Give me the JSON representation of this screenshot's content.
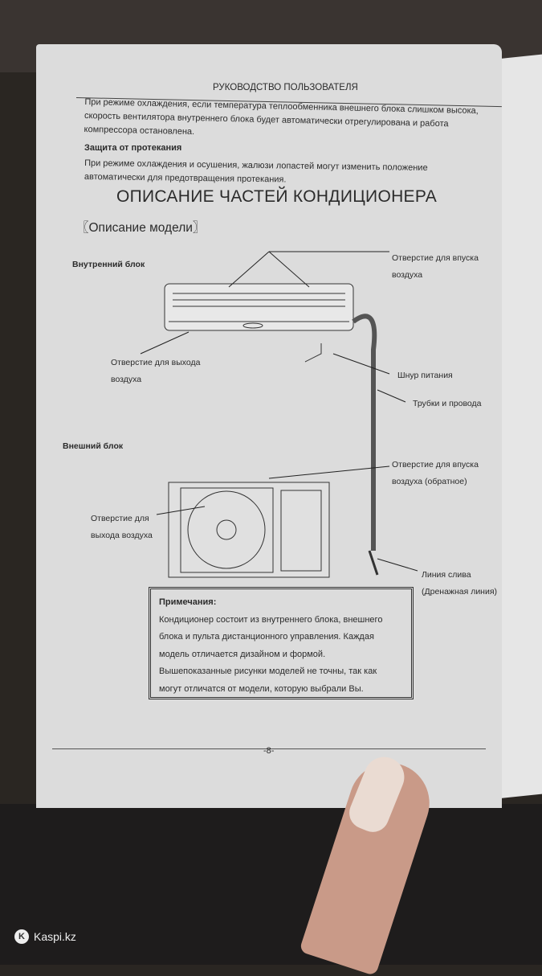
{
  "header": "РУКОВОДСТВО ПОЛЬЗОВАТЕЛЯ",
  "intro_lines": [
    "При режиме охлаждения, если температура теплообменника внешнего блока слишком высока,",
    "скорость вентилятора внутреннего блока будет автоматически отрегулирована и работа",
    "компрессора остановлена."
  ],
  "leak_protection": {
    "title": "Защита от протекания",
    "lines": [
      "При режиме охлаждения и осушения, жалюзи лопастей могут изменить положение",
      "автоматически для предотвращения протекания."
    ]
  },
  "section_title": "ОПИСАНИЕ ЧАСТЕЙ КОНДИЦИОНЕРА",
  "subsection_title": "〖Описание модели〗",
  "diagram": {
    "indoor_unit": "Внутренний блок",
    "outdoor_unit": "Внешний блок",
    "labels": {
      "air_inlet_1": "Отверстие для впуска",
      "air_inlet_2": "воздуха",
      "air_outlet_1": "Отверстие для выхода",
      "air_outlet_2": "воздуха",
      "power_cord": "Шнур питания",
      "pipes": "Трубки и провода",
      "rear_inlet_1": "Отверстие для впуска",
      "rear_inlet_2": "воздуха (обратное)",
      "out_outlet_1": "Отверстие для",
      "out_outlet_2": "выхода воздуха",
      "drain_1": "Линия слива",
      "drain_2": "(Дренажная линия)"
    }
  },
  "notes": {
    "title": "Примечания:",
    "lines": [
      "Кондиционер состоит из внутреннего блока, внешнего",
      "блока и пульта дистанционного управления. Каждая",
      "модель отличается дизайном и формой.",
      "Вышепоказанные рисунки моделей не точны, так как",
      "могут отличатся от модели, которую выбрали Вы."
    ]
  },
  "page_number": "-8-",
  "watermark": "Kaspi.kz"
}
